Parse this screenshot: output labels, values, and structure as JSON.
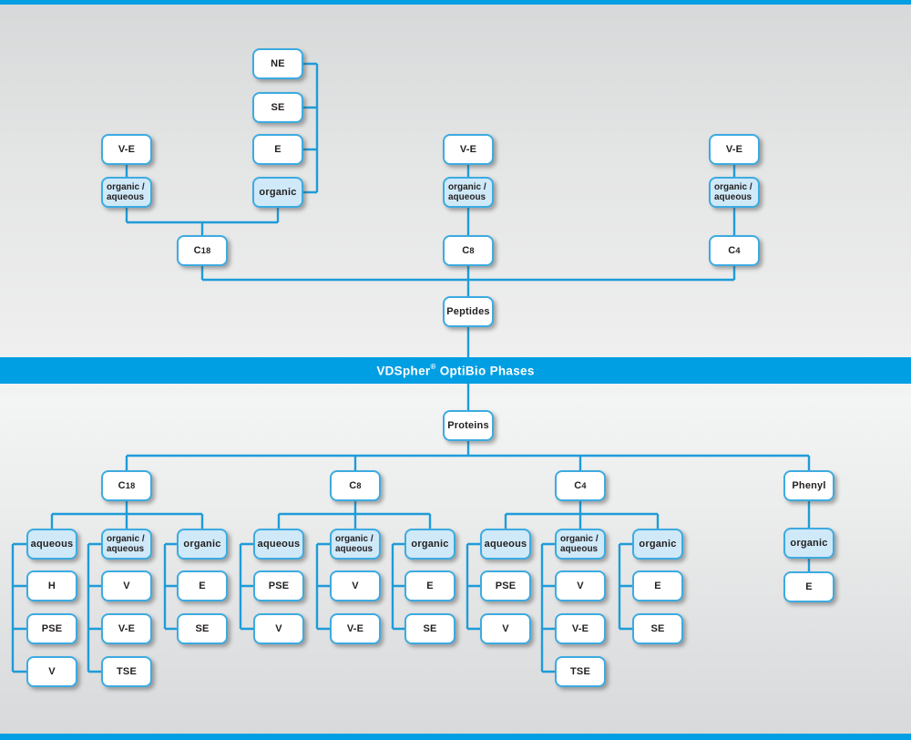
{
  "banner": {
    "title": "VDSpher® OptiBio Phases"
  },
  "colors": {
    "banner_blue": "#009ee3",
    "line_blue": "#1e9cd8",
    "box_border_blue": "#3cabe1",
    "highlight_fill": "#cfe9f8",
    "text_dark": "#231f20"
  },
  "peptides": {
    "root": "Peptides",
    "c18": {
      "label": "C18",
      "organic_aqueous": {
        "condition": "organic /\naqueous",
        "phases": [
          "V-E"
        ]
      },
      "organic": {
        "condition": "organic",
        "phases": [
          "NE",
          "SE",
          "E"
        ]
      }
    },
    "c8": {
      "label": "C8",
      "organic_aqueous": {
        "condition": "organic /\naqueous",
        "phases": [
          "V-E"
        ]
      }
    },
    "c4": {
      "label": "C4",
      "organic_aqueous": {
        "condition": "organic /\naqueous",
        "phases": [
          "V-E"
        ]
      }
    }
  },
  "proteins": {
    "root": "Proteins",
    "c18": {
      "label": "C18",
      "aqueous": {
        "condition": "aqueous",
        "phases": [
          "H",
          "PSE",
          "V"
        ]
      },
      "organic_aqueous": {
        "condition": "organic /\naqueous",
        "phases": [
          "V",
          "V-E",
          "TSE"
        ]
      },
      "organic": {
        "condition": "organic",
        "phases": [
          "E",
          "SE"
        ]
      }
    },
    "c8": {
      "label": "C8",
      "aqueous": {
        "condition": "aqueous",
        "phases": [
          "PSE",
          "V"
        ]
      },
      "organic_aqueous": {
        "condition": "organic /\naqueous",
        "phases": [
          "V",
          "V-E"
        ]
      },
      "organic": {
        "condition": "organic",
        "phases": [
          "E",
          "SE"
        ]
      }
    },
    "c4": {
      "label": "C4",
      "aqueous": {
        "condition": "aqueous",
        "phases": [
          "PSE",
          "V"
        ]
      },
      "organic_aqueous": {
        "condition": "organic /\naqueous",
        "phases": [
          "V",
          "V-E",
          "TSE"
        ]
      },
      "organic": {
        "condition": "organic",
        "phases": [
          "E",
          "SE"
        ]
      }
    },
    "phenyl": {
      "label": "Phenyl",
      "organic": {
        "condition": "organic",
        "phases": [
          "E"
        ]
      }
    }
  }
}
